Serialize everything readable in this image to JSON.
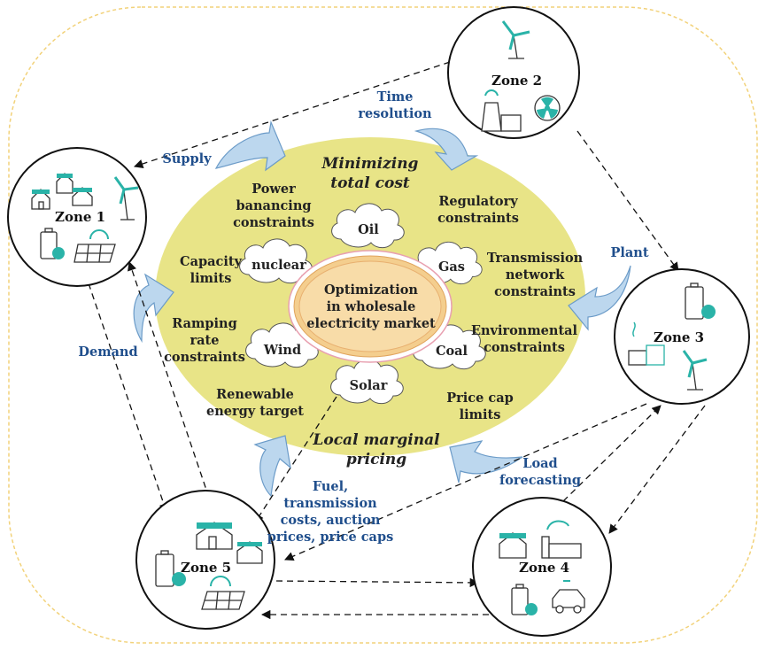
{
  "center": {
    "line1": "Optimization",
    "line2": "in wholesale",
    "line3": "electricity market"
  },
  "objectives": {
    "top1": "Minimizing",
    "top2": "total cost",
    "bottom1": "Local marginal",
    "bottom2": "pricing"
  },
  "fuels": [
    "Oil",
    "Gas",
    "Coal",
    "Solar",
    "Wind",
    "nuclear"
  ],
  "constraints": {
    "power1": "Power",
    "power2": "banancing",
    "power3": "constraints",
    "capacity1": "Capacity",
    "capacity2": "limits",
    "ramping1": "Ramping",
    "ramping2": "rate",
    "ramping3": "constraints",
    "renewable1": "Renewable",
    "renewable2": "energy target",
    "regulatory1": "Regulatory",
    "regulatory2": "constraints",
    "transmission1": "Transmission",
    "transmission2": "network",
    "transmission3": "constraints",
    "environmental1": "Environmental",
    "environmental2": "constraints",
    "pricecap1": "Price cap",
    "pricecap2": "limits"
  },
  "inputs": {
    "supply": "Supply",
    "time1": "Time",
    "time2": "resolution",
    "plant": "Plant",
    "demand": "Demand",
    "load1": "Load",
    "load2": "forecasting",
    "fuel1": "Fuel,",
    "fuel2": "transmission",
    "fuel3": "costs, auction",
    "fuel4": "prices, price caps"
  },
  "zones": [
    "Zone 1",
    "Zone 2",
    "Zone 3",
    "Zone 4",
    "Zone 5"
  ],
  "colors": {
    "ellipse": "#e8e487",
    "ring": "#f4ce8e",
    "arrow_fill": "#bcd7ee",
    "arrow_stroke": "#6b9bc8",
    "teal": "#2ab3a8",
    "blue_text": "#1f4e8c",
    "border_dash": "#f2d27a"
  }
}
